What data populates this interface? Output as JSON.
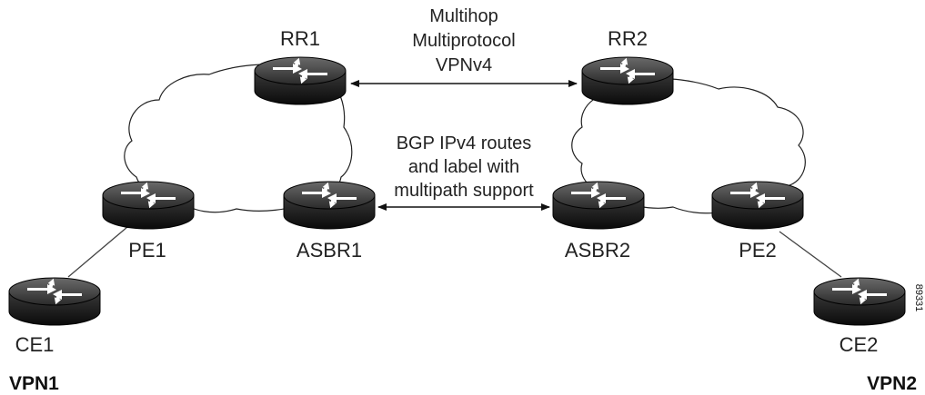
{
  "annotations": {
    "multihop": [
      "Multihop",
      "Multiprotocol",
      "VPNv4"
    ],
    "bgp": [
      "BGP IPv4 routes",
      "and label with",
      "multipath support"
    ]
  },
  "routers": {
    "rr1": "RR1",
    "rr2": "RR2",
    "pe1": "PE1",
    "pe2": "PE2",
    "asbr1": "ASBR1",
    "asbr2": "ASBR2",
    "ce1": "CE1",
    "ce2": "CE2"
  },
  "vpn": {
    "left": "VPN1",
    "right": "VPN2"
  },
  "figure_id": "89331",
  "icons": {
    "router": "router-icon",
    "cloud": "cloud-icon",
    "arrow": "double-arrow"
  }
}
